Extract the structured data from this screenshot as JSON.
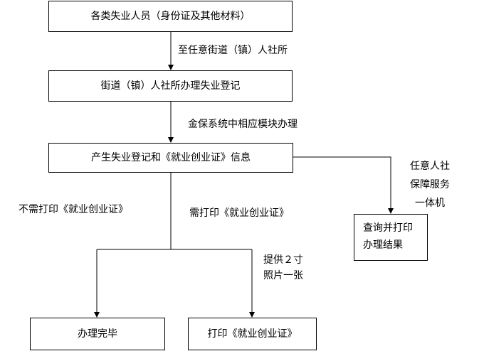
{
  "nodes": {
    "applicants": "各类失业人员（身份证及其他材料）",
    "street_register": "街道（镇）人社所办理失业登记",
    "generate_info": "产生失业登记和《就业创业证》信息",
    "query_print": [
      "查询并打印",
      "办理结果"
    ],
    "done": "办理完毕",
    "print_card": "打印《就业创业证》"
  },
  "edges": {
    "to_street": "至任意街道（镇）人社所",
    "jinbao": "金保系统中相应模块办理",
    "self_service": [
      "任意人社",
      "保障服务",
      "一体机"
    ],
    "no_print": "不需打印《就业创业证》",
    "need_print": "需打印《就业创业证》",
    "photo": [
      "提供２寸",
      "照片一张"
    ]
  }
}
